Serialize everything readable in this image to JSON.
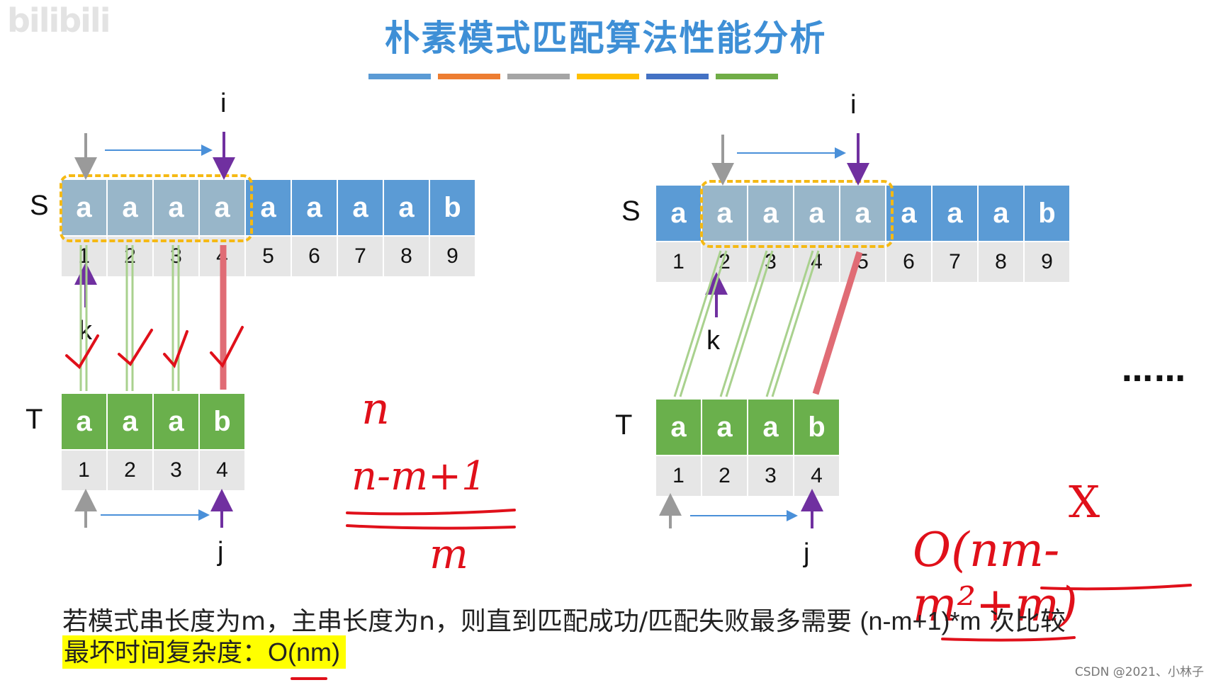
{
  "watermark": "bilibili",
  "title": "朴素模式匹配算法性能分析",
  "stripe_colors": [
    "#5b9bd5",
    "#ed7d31",
    "#a5a5a5",
    "#ffc000",
    "#4472c4",
    "#70ad47"
  ],
  "colors": {
    "main_string_cell": "#5b9bd5",
    "compared_cell": "#98b6c9",
    "pattern_cell": "#6ab04c",
    "index_cell": "#e6e6e6",
    "match_box": "#f5b914",
    "match_line": "#a9d18e",
    "mismatch_line": "#e06c75",
    "pointer_arrow": "#7030a0",
    "handwriting": "#e0101a",
    "highlight": "#ffff00"
  },
  "left": {
    "s_label": "S",
    "t_label": "T",
    "s_chars": [
      "a",
      "a",
      "a",
      "a",
      "a",
      "a",
      "a",
      "a",
      "b"
    ],
    "s_idx": [
      "1",
      "2",
      "3",
      "4",
      "5",
      "6",
      "7",
      "8",
      "9"
    ],
    "t_chars": [
      "a",
      "a",
      "a",
      "b"
    ],
    "t_idx": [
      "1",
      "2",
      "3",
      "4"
    ],
    "i_label": "i",
    "j_label": "j",
    "k_label": "k",
    "window_start": 1
  },
  "right": {
    "s_label": "S",
    "t_label": "T",
    "s_chars": [
      "a",
      "a",
      "a",
      "a",
      "a",
      "a",
      "a",
      "a",
      "b"
    ],
    "s_idx": [
      "1",
      "2",
      "3",
      "4",
      "5",
      "6",
      "7",
      "8",
      "9"
    ],
    "t_chars": [
      "a",
      "a",
      "a",
      "b"
    ],
    "t_idx": [
      "1",
      "2",
      "3",
      "4"
    ],
    "i_label": "i",
    "j_label": "j",
    "k_label": "k",
    "window_start": 2
  },
  "ellipsis": "……",
  "handwritten": {
    "n": "n",
    "formula": "n-m+1",
    "m": "m",
    "x_mark": "X",
    "complexity": "O(nm-m²+m)"
  },
  "sentence": {
    "text_before": "若模式串长度为m，主串长度为n，则直到匹配成功/匹配失败最多需要",
    "formula": "(n-m+1)*m",
    "text_after": "次比较"
  },
  "worst_case": {
    "label": "最坏时间复杂度：",
    "value": "O(nm)"
  },
  "credit": "CSDN @2021、小林子"
}
